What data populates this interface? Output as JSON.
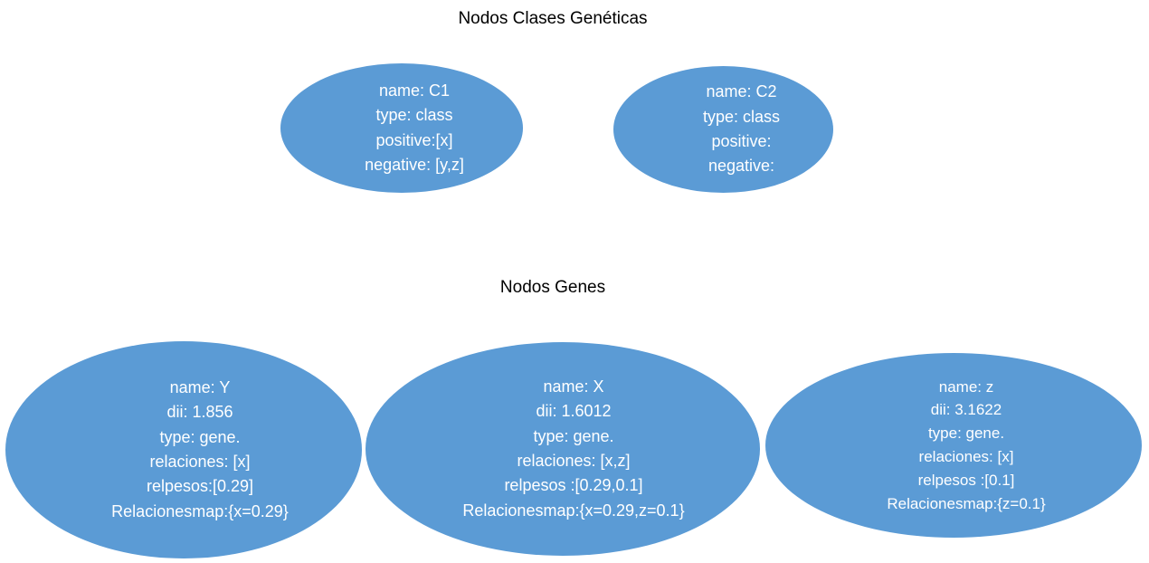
{
  "sections": [
    {
      "id": "classes",
      "title": "Nodos Clases Genéticas"
    },
    {
      "id": "genes",
      "title": "Nodos Genes"
    }
  ],
  "colors": {
    "node_fill": "#5B9BD5",
    "node_text": "#FFFFFF",
    "title_text": "#000000",
    "background": "#FFFFFF"
  },
  "class_nodes": [
    {
      "id": "c1",
      "lines": [
        "name: C1",
        "type: class",
        "positive:[x]",
        "negative: [y,z]"
      ],
      "fields": {
        "name": "C1",
        "type": "class",
        "positive": "[x]",
        "negative": "[y,z]"
      }
    },
    {
      "id": "c2",
      "lines": [
        "name: C2",
        "type: class",
        "positive:",
        "negative:"
      ],
      "fields": {
        "name": "C2",
        "type": "class",
        "positive": "",
        "negative": ""
      }
    }
  ],
  "gene_nodes": [
    {
      "id": "y",
      "lines": [
        "name: Y",
        "dii: 1.856",
        "type: gene.",
        "relaciones: [x]",
        "relpesos:[0.29]",
        "Relacionesmap:{x=0.29}"
      ],
      "fields": {
        "name": "Y",
        "dii": "1.856",
        "type": "gene.",
        "relaciones": "[x]",
        "relpesos": "[0.29]",
        "relacionesmap": "{x=0.29}"
      }
    },
    {
      "id": "x",
      "lines": [
        "name: X",
        "dii: 1.6012",
        "type: gene.",
        "relaciones: [x,z]",
        "relpesos :[0.29,0.1]",
        "Relacionesmap:{x=0.29,z=0.1}"
      ],
      "fields": {
        "name": "X",
        "dii": "1.6012",
        "type": "gene.",
        "relaciones": "[x,z]",
        "relpesos": "[0.29,0.1]",
        "relacionesmap": "{x=0.29,z=0.1}"
      }
    },
    {
      "id": "z",
      "lines": [
        "name: z",
        "dii: 3.1622",
        "type: gene.",
        "relaciones: [x]",
        "relpesos :[0.1]",
        "Relacionesmap:{z=0.1}"
      ],
      "fields": {
        "name": "z",
        "dii": "3.1622",
        "type": "gene.",
        "relaciones": "[x]",
        "relpesos": "[0.1]",
        "relacionesmap": "{z=0.1}"
      }
    }
  ]
}
